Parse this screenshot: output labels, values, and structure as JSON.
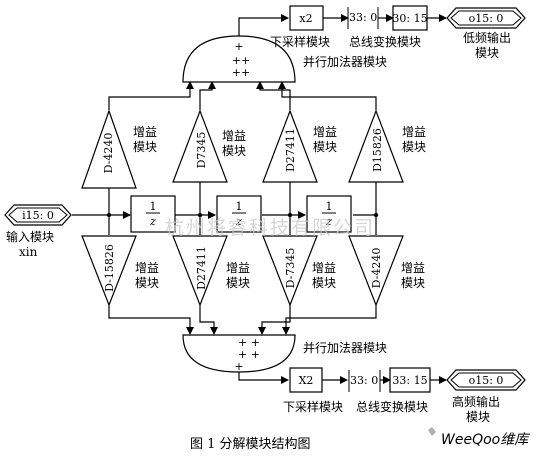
{
  "input": {
    "bus": "i15: 0",
    "label": "输入模块",
    "signal": "xin"
  },
  "delays": [
    {
      "num": "1",
      "den": "z"
    },
    {
      "num": "1",
      "den": "z"
    },
    {
      "num": "1",
      "den": "z"
    }
  ],
  "upper_gains": [
    {
      "coef": "D-4240",
      "label": "增益\n模块"
    },
    {
      "coef": "D7345",
      "label": "增益\n模块"
    },
    {
      "coef": "D27411",
      "label": "增益\n模块"
    },
    {
      "coef": "D15826",
      "label": "增益\n模块"
    }
  ],
  "lower_gains": [
    {
      "coef": "D-15826",
      "label": "增益\n模块"
    },
    {
      "coef": "D27411",
      "label": "增益\n模块"
    },
    {
      "coef": "D-7345",
      "label": "增益\n模块"
    },
    {
      "coef": "D-4240",
      "label": "增益\n模块"
    }
  ],
  "top_path": {
    "adder_label": "并行加法器模块",
    "adder_signs": [
      "+",
      "++",
      "++"
    ],
    "downsample": "x2",
    "downsample_label": "下采样模块",
    "bus_a": "33: 0",
    "bus_b": "30: 15",
    "bus_label": "总线变换模块",
    "output": "o15: 0",
    "output_label": "低频输出\n模块"
  },
  "bottom_path": {
    "adder_label": "并行加法器模块",
    "adder_signs": [
      "+ +",
      "+ +",
      "+"
    ],
    "downsample": "X2",
    "downsample_label": "下采样模块",
    "bus_a": "33: 0",
    "bus_b": "33: 15",
    "bus_label": "总线变换模块",
    "output": "o15: 0",
    "output_label": "高频输出\n模块"
  },
  "caption": "图 1    分解模块结构图",
  "watermark": "杭州将睿科技有限公司",
  "logo": "WeeQoo维库"
}
